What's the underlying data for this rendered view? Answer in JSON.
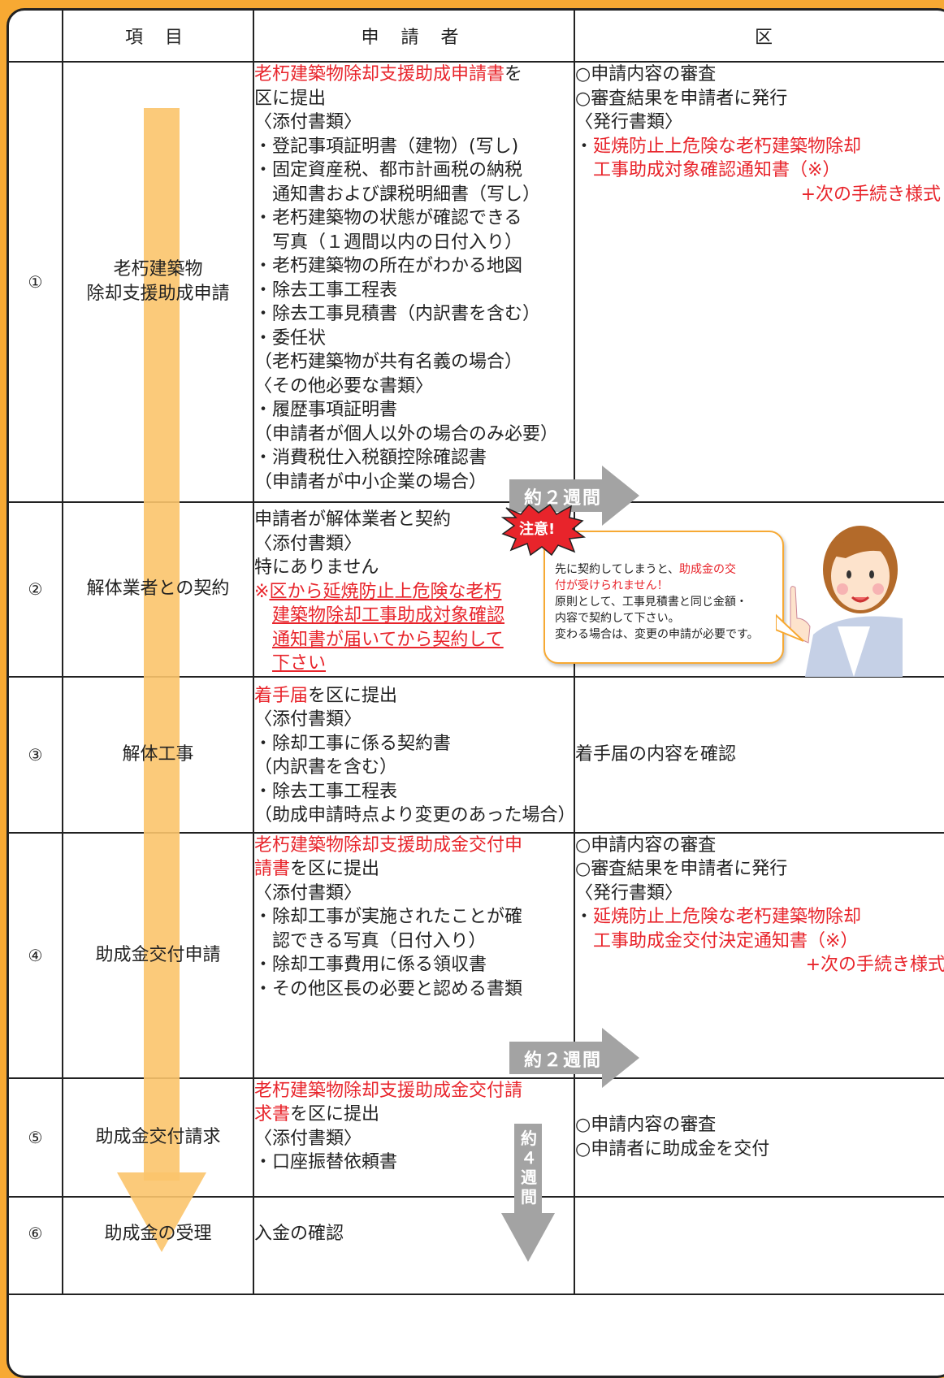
{
  "header": {
    "col_item": "項 目",
    "col_applicant": "申 請 者",
    "col_ward": "区"
  },
  "rows": [
    {
      "num": "①",
      "item_lines": [
        "老朽建築物",
        "除却支援助成申請"
      ],
      "applicant_title_red": "老朽建築物除却支援助成申請書",
      "applicant_title_rest1": "を",
      "applicant_title_rest2": "区に提出",
      "lines": [
        "〈添付書類〉",
        "・登記事項証明書（建物）(写し)",
        "・固定資産税、都市計画税の納税",
        "　通知書および課税明細書（写し）",
        "・老朽建築物の状態が確認できる",
        "　写真（１週間以内の日付入り）",
        "・老朽建築物の所在がわかる地図",
        "・除去工事工程表",
        "・除去工事見積書（内訳書を含む）",
        "・委任状",
        "（老朽建築物が共有名義の場合）",
        "〈その他必要な書類〉",
        "・履歴事項証明書",
        "（申請者が個人以外の場合のみ必要）",
        "・消費税仕入税額控除確認書",
        "（申請者が中小企業の場合）"
      ],
      "ward_lines": [
        "○申請内容の審査",
        "○審査結果を申請者に発行",
        "〈発行書類〉"
      ],
      "ward_red_lines": [
        "延焼防止上危険な老朽建築物除却",
        "工事助成対象確認通知書（※）",
        "+次の手続き様式"
      ],
      "ward_bullet": "・",
      "arrow_label": "約２週間"
    },
    {
      "num": "②",
      "item": "解体業者との契約",
      "lines": [
        "申請者が解体業者と契約",
        "〈添付書類〉",
        "特にありません"
      ],
      "note_mark": "※",
      "red_lines": [
        "区から延焼防止上危険な老朽",
        "建築物除却工事助成対象確認",
        "通知書が届いてから契約して",
        "下さい"
      ],
      "caution": "注意!",
      "bubble_black1": "先に契約してしまうと、",
      "bubble_red1": "助成金の交",
      "bubble_red2": "付が受けられません！",
      "bubble_lines": [
        "原則として、工事見積書と同じ金額・",
        "内容で契約して下さい。",
        "変わる場合は、変更の申請が必要です。"
      ]
    },
    {
      "num": "③",
      "item": "解体工事",
      "applicant_title_red": "着手届",
      "applicant_title_rest1": "を区に提出",
      "lines": [
        "〈添付書類〉",
        "・除却工事に係る契約書",
        "（内訳書を含む）",
        "・除去工事工程表",
        "（助成申請時点より変更のあった場合）"
      ],
      "ward_text": "着手届の内容を確認"
    },
    {
      "num": "④",
      "item": "助成金交付申請",
      "applicant_red_line1": "老朽建築物除却支援助成金交付申",
      "applicant_red_line2": "請書",
      "applicant_title_rest2": "を区に提出",
      "lines": [
        "〈添付書類〉",
        "・除却工事が実施されたことが確",
        "　認できる写真（日付入り）",
        "・除却工事費用に係る領収書",
        "・その他区長の必要と認める書類"
      ],
      "ward_lines": [
        "○申請内容の審査",
        "○審査結果を申請者に発行",
        "〈発行書類〉"
      ],
      "ward_red_lines": [
        "延焼防止上危険な老朽建築物除却",
        "工事助成金交付決定通知書（※）",
        "+次の手続き様式"
      ],
      "ward_bullet": "・",
      "arrow_label": "約２週間"
    },
    {
      "num": "⑤",
      "item": "助成金交付請求",
      "applicant_red_line1": "老朽建築物除却支援助成金交付請",
      "applicant_red_line2": "求書",
      "applicant_title_rest2": "を区に提出",
      "lines": [
        "〈添付書類〉",
        "・口座振替依頼書"
      ],
      "ward_lines": [
        "○申請内容の審査",
        "○申請者に助成金を交付"
      ],
      "arrow_vertical_chars": [
        "約",
        "４",
        "週",
        "間"
      ]
    },
    {
      "num": "⑥",
      "item": "助成金の受理",
      "applicant_text": "入金の確認"
    }
  ],
  "colors": {
    "border": "#f7a933",
    "red": "#e8242b",
    "arrow_orange": "#fbc46b",
    "arrow_gray": "#a3a3a3"
  }
}
